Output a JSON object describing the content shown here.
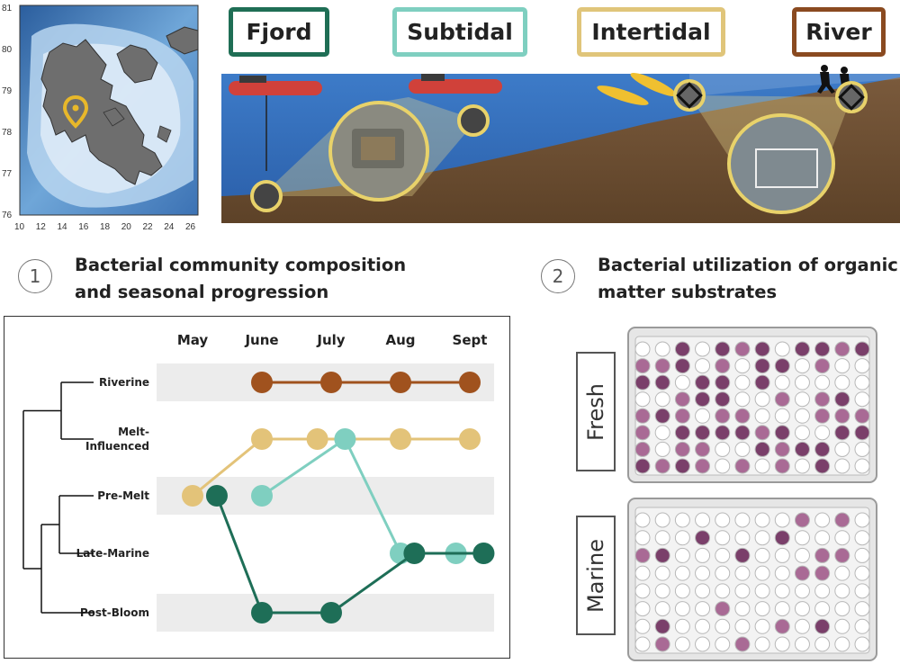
{
  "map": {
    "x_ticks": [
      "10",
      "12",
      "14",
      "16",
      "18",
      "20",
      "22",
      "24",
      "26"
    ],
    "y_ticks": [
      "81",
      "80",
      "79",
      "78",
      "77",
      "76"
    ]
  },
  "habitats": [
    {
      "label": "Fjord",
      "color": "#1f6e55"
    },
    {
      "label": "Subtidal",
      "color": "#7fcfc0"
    },
    {
      "label": "Intertidal",
      "color": "#e0c57a"
    },
    {
      "label": "River",
      "color": "#8a4a20"
    }
  ],
  "sections": {
    "one": {
      "number": "1",
      "line1": "Bacterial community composition",
      "line2": "and seasonal progression"
    },
    "two": {
      "number": "2",
      "line1": "Bacterial utilization of organic",
      "line2": "matter substrates"
    }
  },
  "chart_data": {
    "type": "line",
    "categories": [
      "May",
      "June",
      "July",
      "Aug",
      "Sept"
    ],
    "rows": [
      "Riverine",
      "Melt-Influenced",
      "Pre-Melt",
      "Late-Marine",
      "Post-Bloom"
    ],
    "row_label_lines": [
      [
        "Riverine"
      ],
      [
        "Melt-",
        "Influenced"
      ],
      [
        "Pre-Melt"
      ],
      [
        "Late-Marine"
      ],
      [
        "Post-Bloom"
      ]
    ],
    "series": [
      {
        "color": "#a0521e",
        "points": [
          [
            1.0,
            0
          ],
          [
            2.0,
            0
          ],
          [
            3.0,
            0
          ],
          [
            4.0,
            0
          ]
        ]
      },
      {
        "color": "#e3c379",
        "points": [
          [
            0.0,
            2
          ],
          [
            1.0,
            1
          ],
          [
            1.8,
            1
          ],
          [
            3.0,
            1
          ],
          [
            4.0,
            1
          ]
        ]
      },
      {
        "color": "#7fcfc0",
        "points": [
          [
            1.0,
            2
          ],
          [
            2.2,
            1
          ],
          [
            3.0,
            3
          ],
          [
            3.8,
            3
          ],
          [
            4.2,
            3
          ]
        ]
      },
      {
        "color": "#1e6e57",
        "points": [
          [
            0.35,
            2
          ],
          [
            1.0,
            4
          ],
          [
            2.0,
            4
          ],
          [
            3.2,
            3
          ],
          [
            4.2,
            3
          ]
        ]
      }
    ],
    "dendrogram": "((Riverine,Melt-Influenced),((Pre-Melt,Late-Marine),Post-Bloom))"
  },
  "plates": [
    {
      "label": "Fresh",
      "color": "#c8a98f",
      "density": 0.55
    },
    {
      "label": "Marine",
      "color": "#9fe8e6",
      "density": 0.22
    }
  ]
}
